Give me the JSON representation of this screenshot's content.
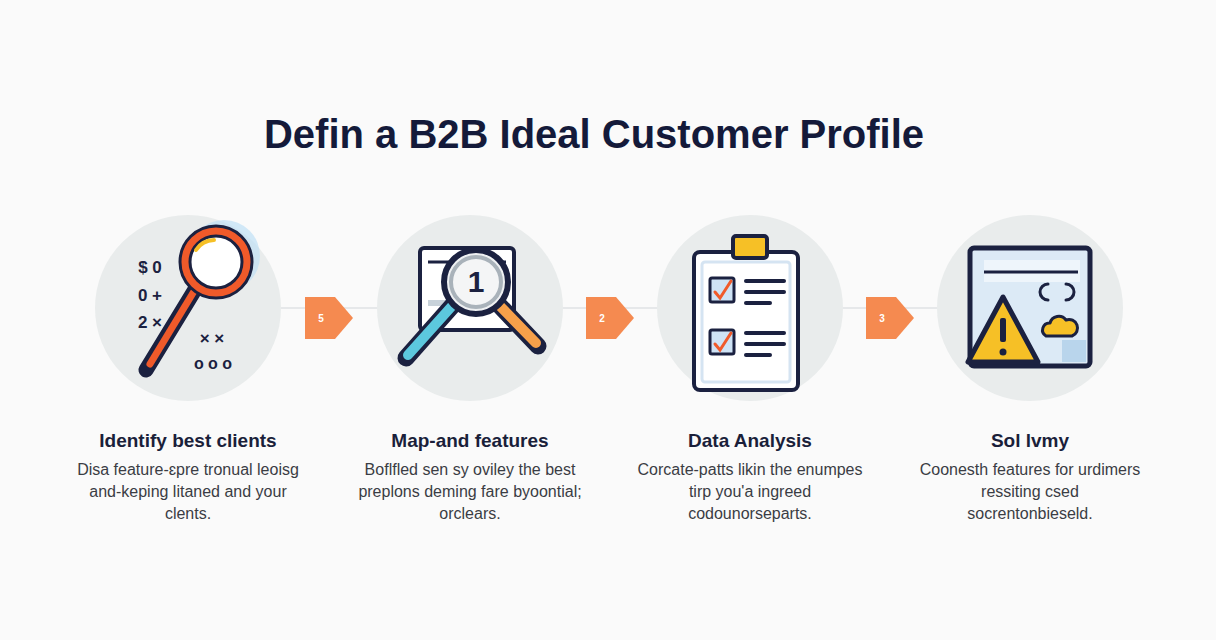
{
  "diagram": {
    "title": "Defin a B2B Ideal Customer Profile",
    "nodes": [
      {
        "text": [
          "Identify best clients",
          "Disa feature-ɛpre tronual leoisg and-keping litaned and your clents."
        ]
      },
      {
        "text": [
          "Map-and features",
          "Boflfled sen sy oviley the best preplons deming fare byoontial; orclears."
        ]
      },
      {
        "text": [
          "Data Analysis",
          "Corcate-patts likin the enumpes tirp you'a ingreed codounorseparts."
        ]
      },
      {
        "text": [
          "Sol lvmy",
          "Coonesth features for urdimers ressiting csed socrentonbieseld."
        ]
      }
    ],
    "edges": [
      {
        "from": 0,
        "to": 1,
        "arrow": "to",
        "label": "5"
      },
      {
        "from": 1,
        "to": 2,
        "arrow": "to",
        "label": "2"
      },
      {
        "from": 2,
        "to": 3,
        "arrow": "to",
        "label": "3"
      }
    ],
    "labels": [
      "$ 0",
      "0 +",
      "2 ×",
      "× ×",
      "o o o",
      "1"
    ]
  }
}
